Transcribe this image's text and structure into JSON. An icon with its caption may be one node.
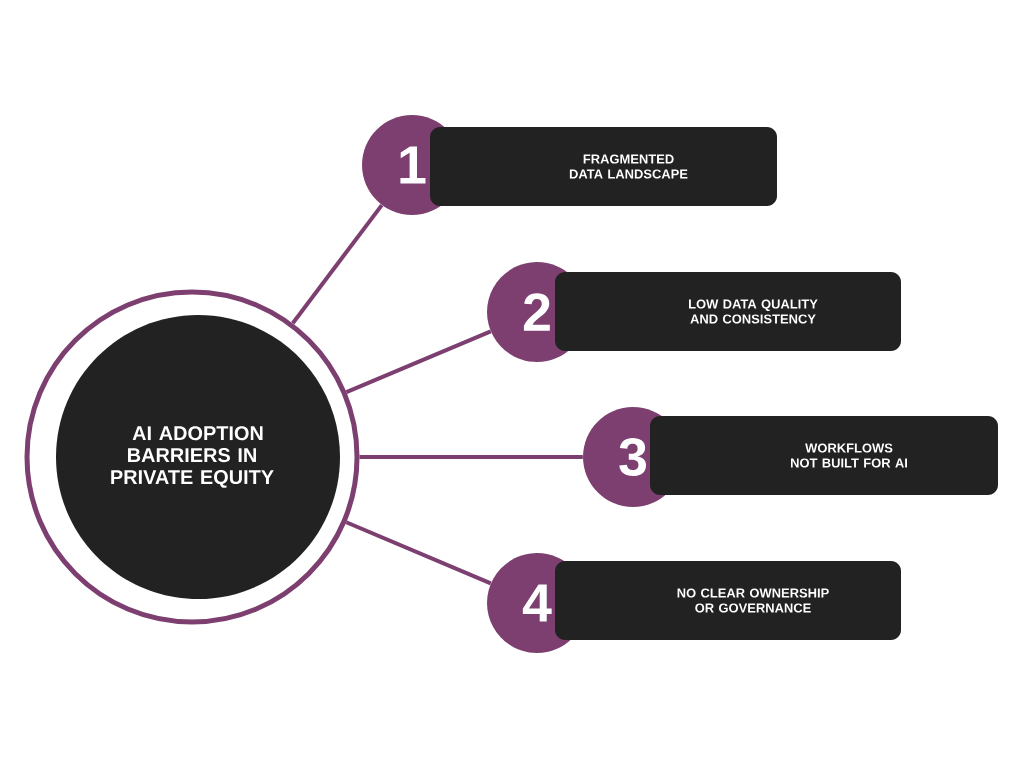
{
  "diagram": {
    "nodes": [
      {
        "text": [
          "AI ADOPTION BARRIERS IN PRIVATE EQUITY"
        ]
      },
      {
        "text": [
          "1"
        ]
      },
      {
        "text": [
          "FRAGMENTED DATA LANDSCAPE"
        ]
      },
      {
        "text": [
          "2"
        ]
      },
      {
        "text": [
          "LOW DATA QUALITY AND CONSISTENCY"
        ]
      },
      {
        "text": [
          "3"
        ]
      },
      {
        "text": [
          "WORKFLOWS NOT BUILT FOR AI"
        ]
      },
      {
        "text": [
          "4"
        ]
      },
      {
        "text": [
          "NO CLEAR OWNERSHIP OR GOVERNANCE"
        ]
      }
    ],
    "edges": [
      {
        "from": 0,
        "to": 1,
        "arrow": "none"
      },
      {
        "from": 0,
        "to": 3,
        "arrow": "none"
      },
      {
        "from": 0,
        "to": 5,
        "arrow": "none"
      },
      {
        "from": 0,
        "to": 7,
        "arrow": "none"
      }
    ]
  }
}
